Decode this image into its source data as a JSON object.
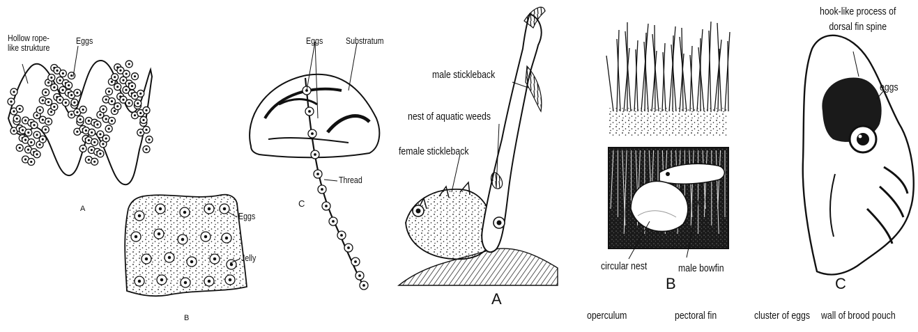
{
  "figure1": {
    "panel_a": {
      "hollow_label": "Hollow rope-\nlike strukture",
      "eggs_label": "Eggs",
      "letter": "A"
    },
    "panel_b": {
      "eggs_label": "Eggs",
      "jelly_label": "Jelly",
      "letter": "B"
    },
    "panel_c": {
      "eggs_label": "Eggs",
      "substratum_label": "Substratum",
      "thread_label": "Thread",
      "letter": "C"
    }
  },
  "figure2": {
    "panel_a": {
      "male_label": "male stickleback",
      "nest_label": "nest of aquatic weeds",
      "female_label": "female stickleback",
      "letter": "A"
    },
    "panel_b": {
      "nest_label": "circular nest",
      "male_label": "male bowfin",
      "letter": "B"
    },
    "panel_c": {
      "hook_label": "hook-like process of\ndorsal fin spine",
      "eggs_label": "eggs",
      "letter": "C"
    }
  },
  "bottom_labels": [
    "operculum",
    "pectoral fin",
    "cluster of eggs",
    "wall of brood pouch"
  ],
  "colors": {
    "ink": "#111111",
    "background": "#ffffff"
  }
}
